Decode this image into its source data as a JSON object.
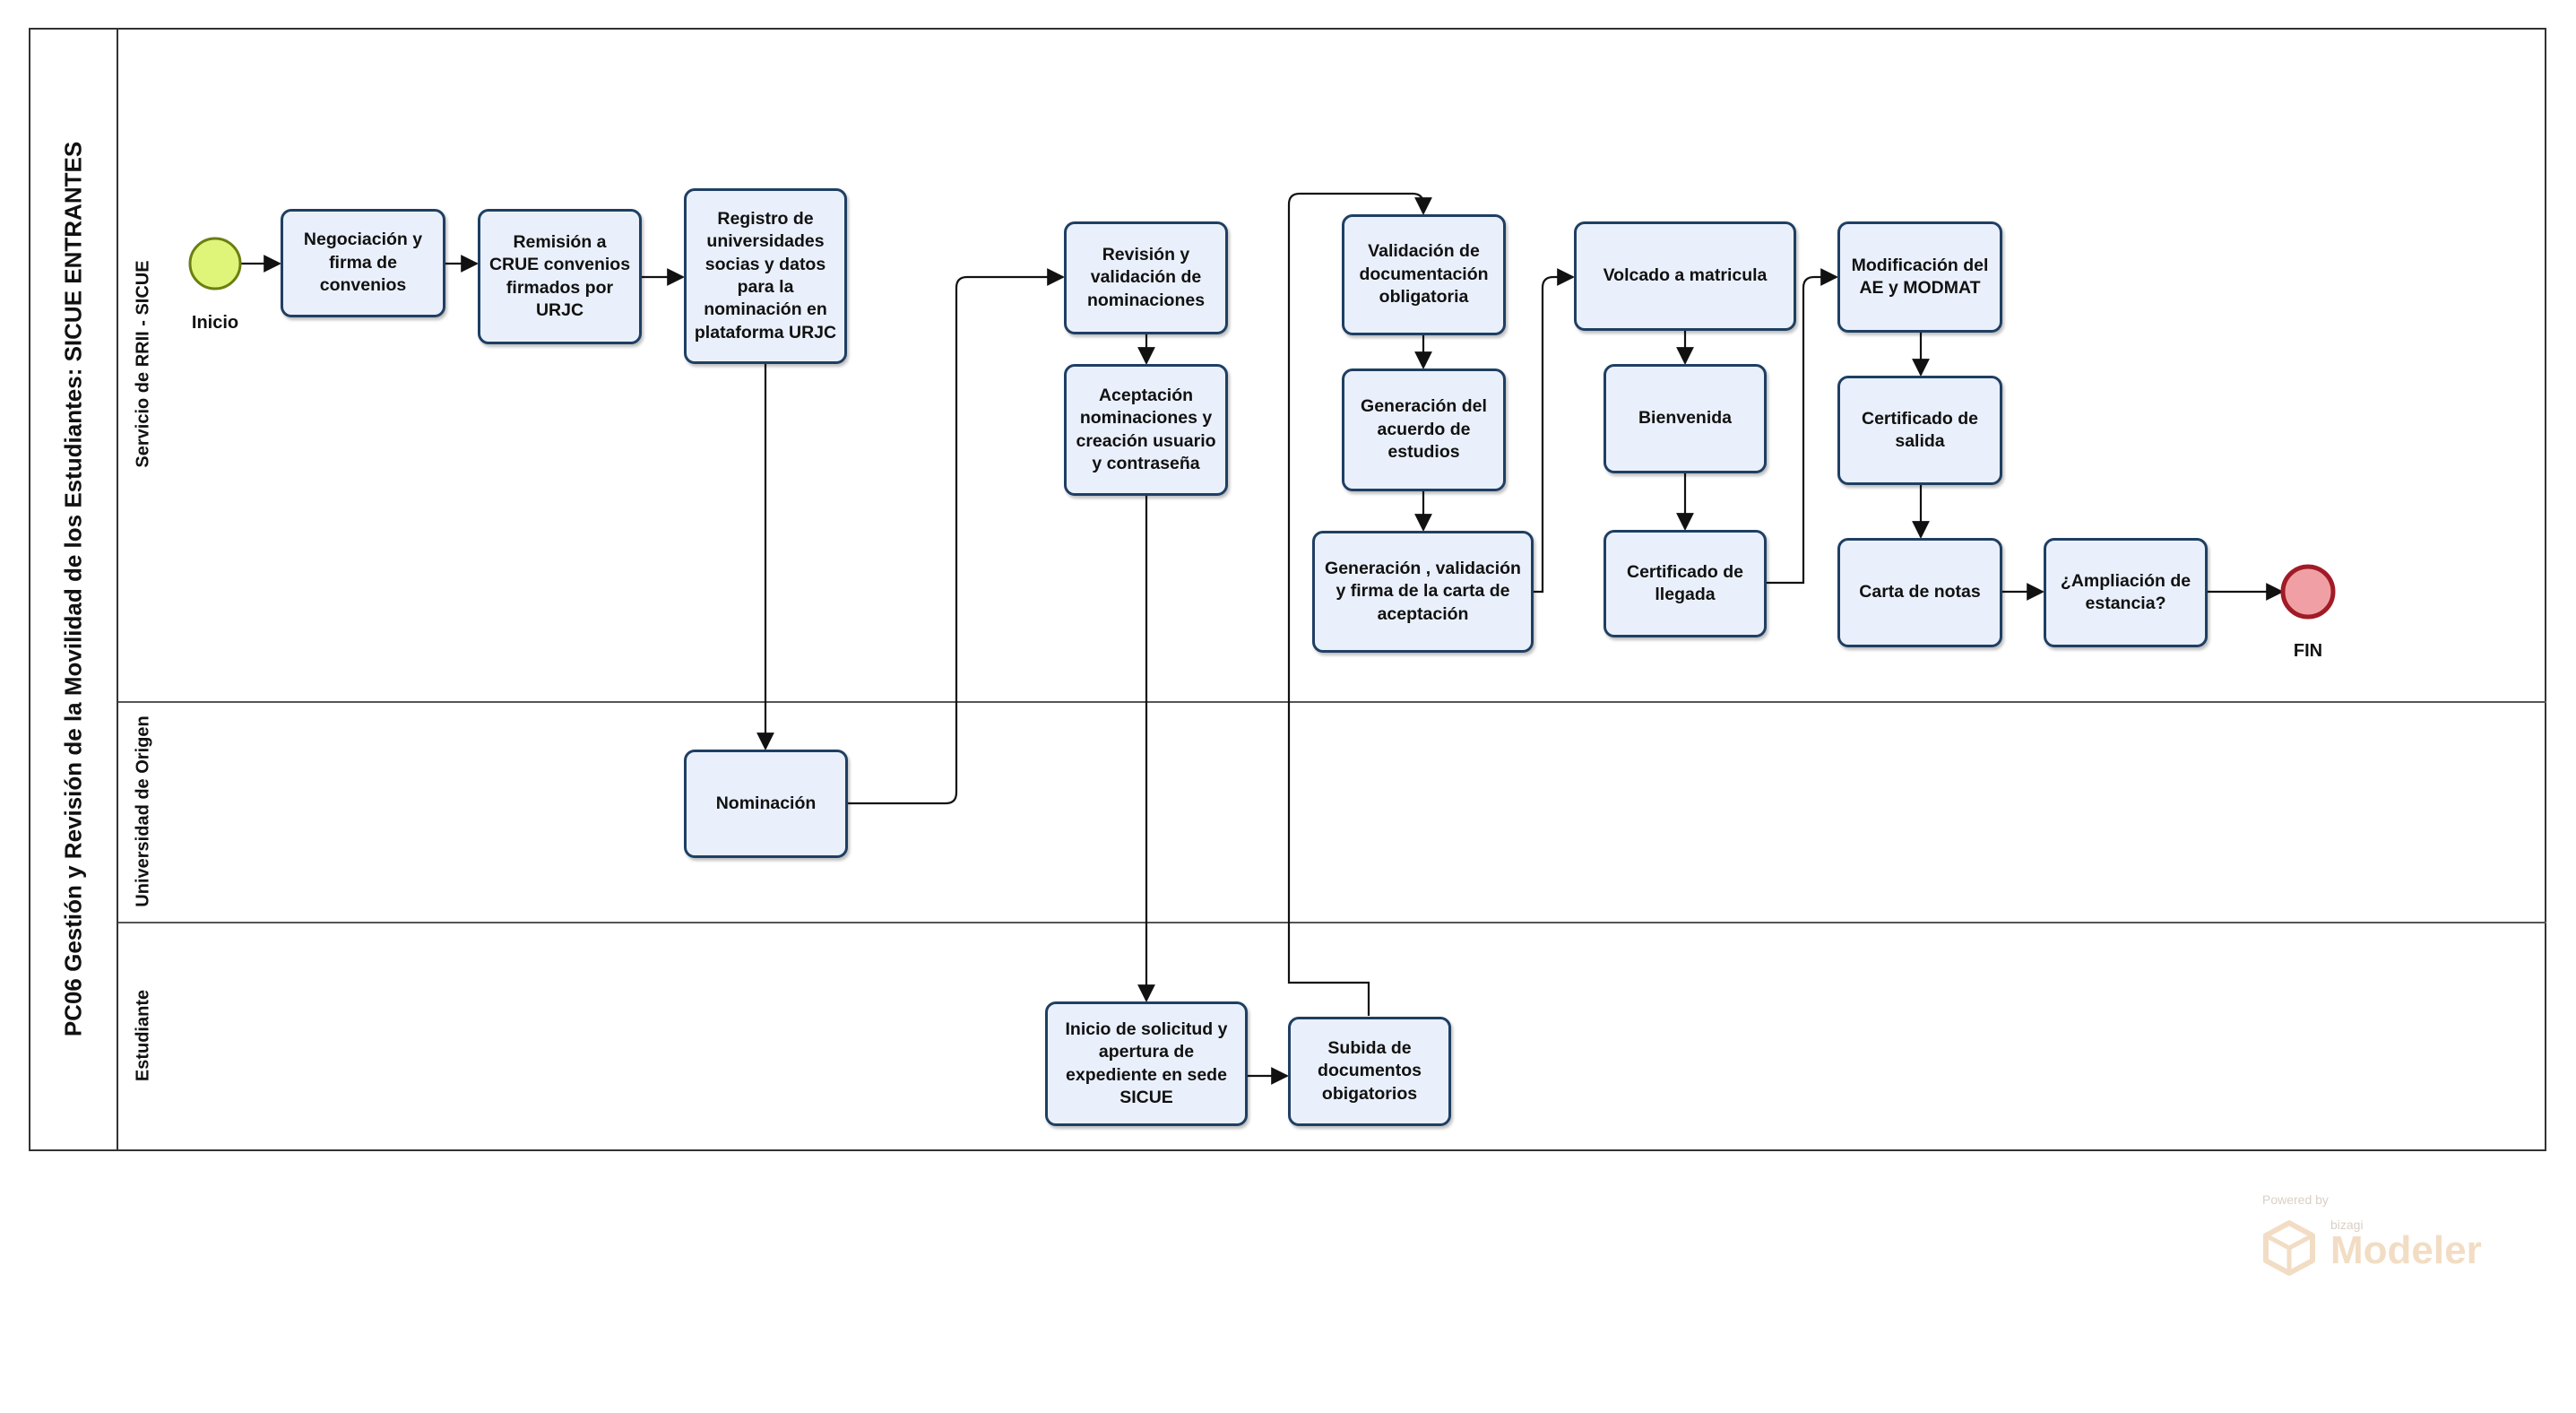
{
  "pool": {
    "title": "PC06 Gestión y Revisión de la Movilidad de los Estudiantes: SICUE ENTRANTES"
  },
  "lanes": [
    {
      "name": "Servicio de RRII - SICUE"
    },
    {
      "name": "Universidad de Origen"
    },
    {
      "name": "Estudiante"
    }
  ],
  "events": {
    "start": {
      "label": "Inicio",
      "color": "#dff57a"
    },
    "end": {
      "label": "FIN",
      "color": "#f0a0a5"
    }
  },
  "tasks": {
    "negociacion": "Negociación y firma de convenios",
    "remision": "Remisión a CRUE convenios firmados por URJC",
    "registro": "Registro de universidades socias y datos para la nominación en plataforma URJC",
    "revision": "Revisión y validación de nominaciones",
    "aceptacion": "Aceptación nominaciones y creación usuario y contraseña",
    "validacion_doc": "Validación de documentación obligatoria",
    "generacion_acuerdo": "Generación del acuerdo de estudios",
    "generacion_carta": "Generación , validación y firma de la carta de aceptación",
    "volcado": "Volcado a matricula",
    "bienvenida": "Bienvenida",
    "cert_llegada": "Certificado de llegada",
    "modificacion": "Modificación del AE y MODMAT",
    "cert_salida": "Certificado de salida",
    "carta_notas": "Carta de notas",
    "ampliacion": "¿Ampliación de estancia?",
    "nominacion": "Nominación",
    "inicio_solicitud": "Inicio de solicitud y apertura de expediente en sede SICUE",
    "subida_docs": "Subida de documentos obigatorios"
  },
  "watermark": {
    "powered": "Powered by",
    "brand": "bizagi",
    "product": "Modeler"
  },
  "colors": {
    "task_fill": "#eaf0fb",
    "task_border": "#1f3f63",
    "flow": "#111111"
  }
}
